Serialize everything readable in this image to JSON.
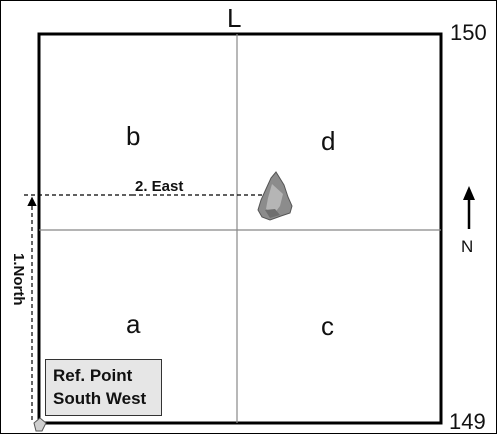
{
  "title": "L",
  "corners": {
    "top_right": "150",
    "bottom_right": "149"
  },
  "quadrants": {
    "a": "a",
    "b": "b",
    "c": "c",
    "d": "d"
  },
  "annotations": {
    "north_step": "1.North",
    "east_step": "2. East"
  },
  "compass": {
    "label": "N",
    "icon": "north-arrow-icon"
  },
  "reference_point": {
    "line1": "Ref. Point",
    "line2": "South West"
  },
  "artifact": {
    "icon": "artifact-icon"
  },
  "colors": {
    "line": "#000000",
    "grid": "#888888",
    "ref_box": "#e6e6e6",
    "artifact": "#8a8a8a"
  }
}
